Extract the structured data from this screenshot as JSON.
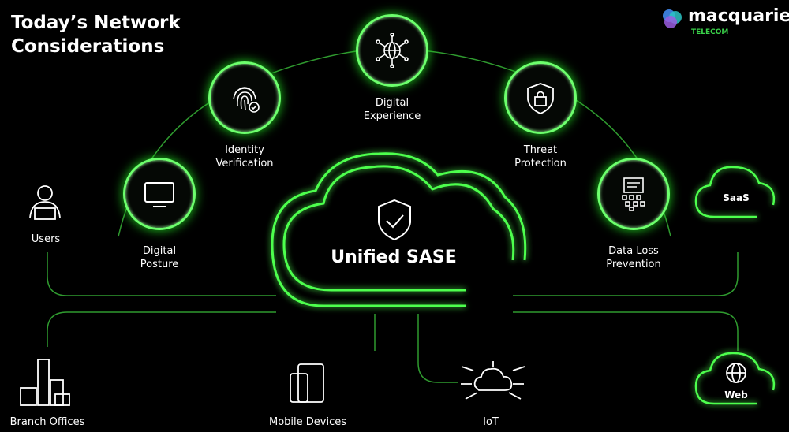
{
  "title": "Today’s Network Considerations",
  "logo": {
    "name": "macquarie",
    "sub": "TELECOM"
  },
  "center": {
    "label": "Unified SASE"
  },
  "capabilities": [
    {
      "label1": "Digital",
      "label2": "Posture",
      "icon": "monitor-icon"
    },
    {
      "label1": "Identity",
      "label2": "Verification",
      "icon": "fingerprint-icon"
    },
    {
      "label1": "Digital",
      "label2": "Experience",
      "icon": "globe-network-icon"
    },
    {
      "label1": "Threat",
      "label2": "Protection",
      "icon": "shield-lock-icon"
    },
    {
      "label1": "Data Loss",
      "label2": "Prevention",
      "icon": "document-data-icon"
    }
  ],
  "endpoints": {
    "users": "Users",
    "branch": "Branch Offices",
    "mobile": "Mobile Devices",
    "iot": "IoT",
    "saas": "SaaS",
    "web": "Web"
  },
  "colors": {
    "accent": "#3cff3c",
    "background": "#000000"
  }
}
